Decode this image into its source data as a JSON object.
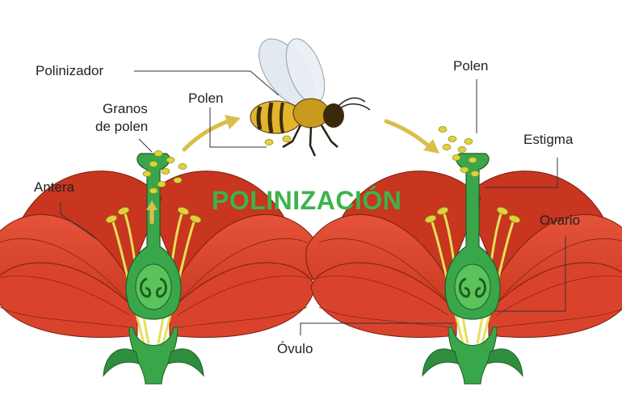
{
  "title": "POLINIZACIÓN",
  "labels": {
    "polinizador": "Polinizador",
    "granos_line1": "Granos",
    "granos_line2": "de polen",
    "polen_left": "Polen",
    "antera": "Antera",
    "polen_right": "Polen",
    "estigma": "Estigma",
    "ovario": "Ovario",
    "ovulo": "Óvulo"
  },
  "colors": {
    "title": "#3db34a",
    "petal": "#d9432c",
    "pistil": "#3aa64a",
    "pollen": "#d8d45a",
    "arrow": "#d9bf4a",
    "bee_body": "#e3b52e"
  }
}
